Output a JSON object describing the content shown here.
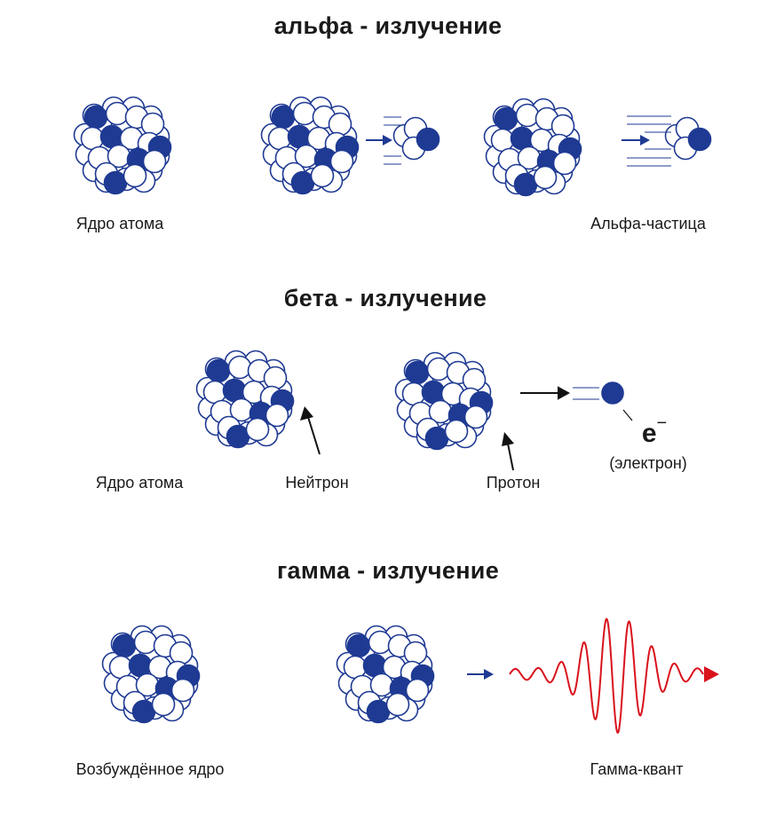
{
  "colors": {
    "nucleon_fill": "#1f3a93",
    "outline": "#1f3a93",
    "arrow": "#111111",
    "wave": "#d9121c"
  },
  "alpha": {
    "title": "альфа - излучение",
    "nucleus_label": "Ядро атома",
    "particle_label": "Альфа-частица"
  },
  "beta": {
    "title": "бета - излучение",
    "nucleus_label": "Ядро атома",
    "neutron_label": "Нейтрон",
    "proton_label": "Протон",
    "electron_symbol": "e",
    "electron_charge": "−",
    "electron_label": "(электрон)"
  },
  "gamma": {
    "title": "гамма - излучение",
    "nucleus_label": "Возбуждённое ядро",
    "quantum_label": "Гамма-квант"
  }
}
